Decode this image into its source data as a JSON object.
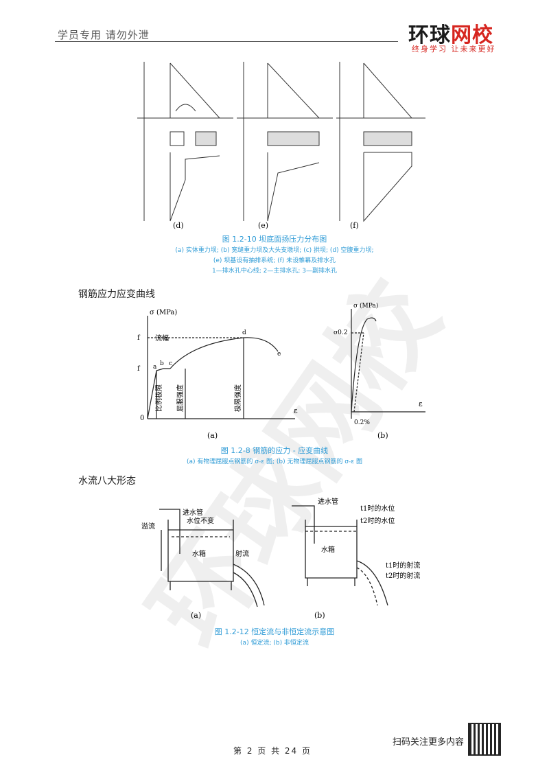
{
  "header": {
    "left_text": "学员专用  请勿外泄",
    "brand_parts": [
      "环球",
      "网校"
    ],
    "slogan": "终身学习  让未来更好"
  },
  "watermark": "环球网校",
  "figure1": {
    "panel_labels": [
      "(d)",
      "(e)",
      "(f)"
    ],
    "caption_title": "图 1.2-10   坝底面扬压力分布图",
    "caption_lines": [
      "(a) 实体重力坝; (b) 宽缝重力坝及大头支墩坝; (c) 拱坝; (d) 空腹重力坝;",
      "(e) 坝基设有抽排系统; (f) 未设帷幕及排水孔",
      "1—排水孔中心线; 2—主排水孔; 3—副排水孔"
    ]
  },
  "section1_title": "钢筋应力应变曲线",
  "figure2": {
    "panel_labels": [
      "(a)",
      "(b)"
    ],
    "axis": {
      "y_label": "σ (MPa)",
      "x_label": "ε",
      "fu": "f",
      "fy": "f",
      "sigma02": "σ0.2",
      "strain": "0.2%",
      "origin": "0"
    },
    "points": [
      "a",
      "b",
      "c",
      "d",
      "e"
    ],
    "labels": {
      "flow": "流幅",
      "prop_limit": "比例极限",
      "yield": "屈服强度",
      "ultimate": "极限强度"
    },
    "caption_title": "图 1.2-8   钢筋的应力 - 应变曲线",
    "caption_line": "(a) 有物理屈服点钢筋的 σ-ε 图; (b) 无物理屈服点钢筋的 σ-ε 图"
  },
  "section2_title": "水流八大形态",
  "figure3": {
    "panel_labels": [
      "(a)",
      "(b)"
    ],
    "left_labels": {
      "inlet": "进水管",
      "const_level": "水位不变",
      "overflow": "溢流",
      "tank": "水箱",
      "jet": "射流"
    },
    "right_labels": {
      "inlet": "进水管",
      "t1_level": "t1时的水位",
      "t2_level": "t2时的水位",
      "tank": "水箱",
      "t1_jet": "t1时的射流",
      "t2_jet": "t2时的射流"
    },
    "caption_title": "图 1.2-12   恒定流与非恒定流示意图",
    "caption_line": "(a) 恒定流; (b) 非恒定流"
  },
  "footer": {
    "page": "第 2 页 共 24 页",
    "scan": "扫码关注更多内容"
  }
}
